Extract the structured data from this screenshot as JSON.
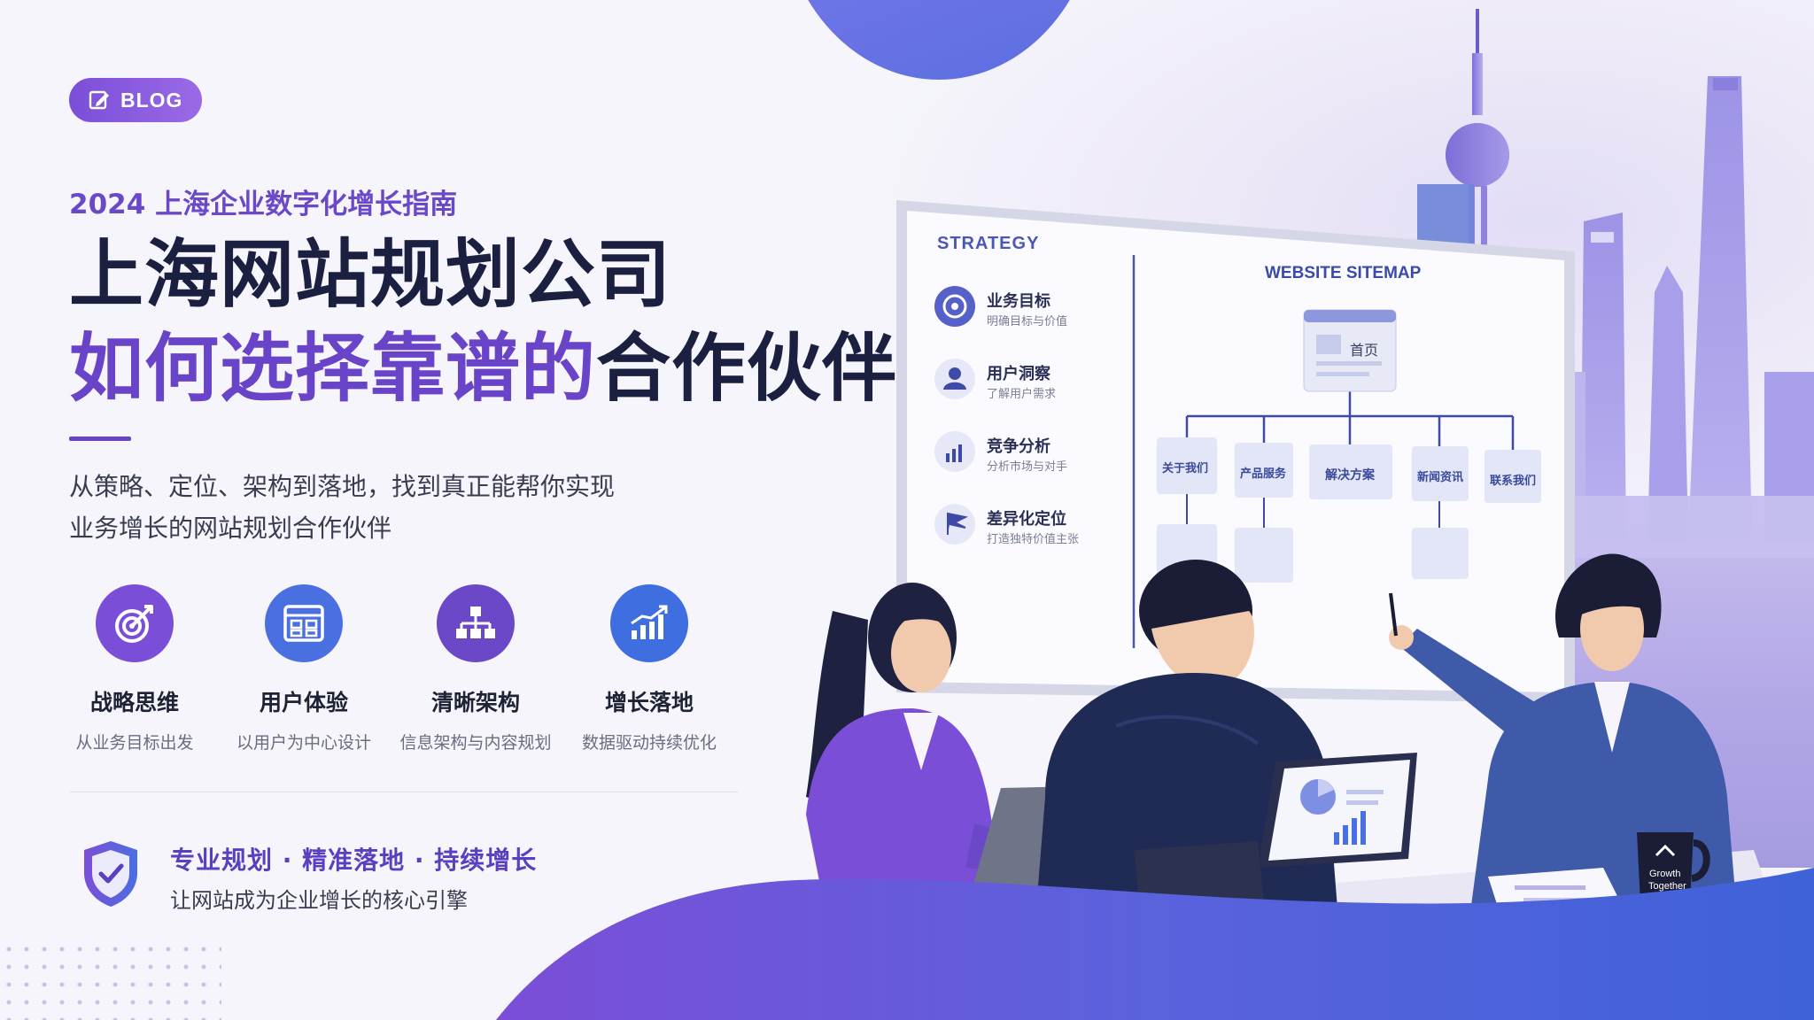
{
  "badge": {
    "label": "BLOG",
    "icon": "edit-icon"
  },
  "header": {
    "eyebrow": "2024 上海企业数字化增长指南",
    "title_line1": "上海网站规划公司",
    "title_line2_highlight": "如何选择靠谱的",
    "title_line2_rest": "合作伙伴?"
  },
  "description": {
    "line1": "从策略、定位、架构到落地，找到真正能帮你实现",
    "line2": "业务增长的网站规划合作伙伴"
  },
  "features": [
    {
      "icon": "target-icon",
      "title": "战略思维",
      "subtitle": "从业务目标出发",
      "color": "#7b4ed8"
    },
    {
      "icon": "browser-layout-icon",
      "title": "用户体验",
      "subtitle": "以用户为中心设计",
      "color": "#4a6fe0"
    },
    {
      "icon": "sitemap-icon",
      "title": "清晰架构",
      "subtitle": "信息架构与内容规划",
      "color": "#6a48c8"
    },
    {
      "icon": "growth-chart-icon",
      "title": "增长落地",
      "subtitle": "数据驱动持续优化",
      "color": "#3f6ee0"
    }
  ],
  "footer": {
    "shield_icon": "shield-check-icon",
    "slogan": "专业规划 · 精准落地 · 持续增长",
    "sub": "让网站成为企业增长的核心引擎"
  },
  "whiteboard": {
    "strategy_heading": "STRATEGY",
    "strategy_items": [
      {
        "icon": "target-icon",
        "title": "业务目标",
        "subtitle": "明确目标与价值"
      },
      {
        "icon": "user-icon",
        "title": "用户洞察",
        "subtitle": "了解用户需求"
      },
      {
        "icon": "bar-chart-icon",
        "title": "竞争分析",
        "subtitle": "分析市场与对手"
      },
      {
        "icon": "flag-icon",
        "title": "差异化定位",
        "subtitle": "打造独特价值主张"
      }
    ],
    "sitemap_heading": "WEBSITE SITEMAP",
    "home_label": "首页",
    "nodes": [
      "关于我们",
      "产品服务",
      "解决方案",
      "新闻资讯",
      "联系我们"
    ]
  },
  "mug": {
    "line1": "Growth",
    "line2": "Together"
  },
  "colors": {
    "primary": "#6a44c8",
    "dark": "#1c2040",
    "blue": "#4a6fe0"
  }
}
